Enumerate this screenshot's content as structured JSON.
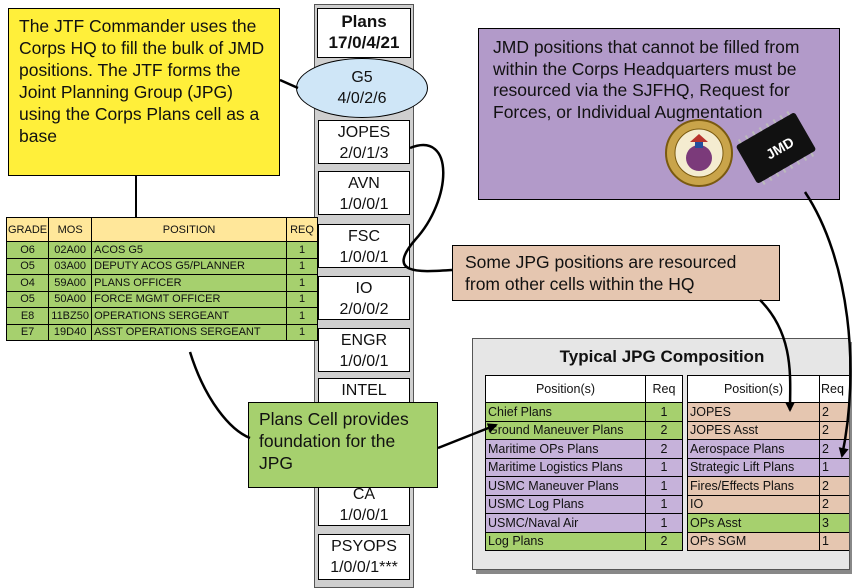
{
  "callouts": {
    "jtf": "The JTF Commander uses the Corps HQ to fill the bulk of JMD positions. The JTF forms the Joint Planning Group (JPG) using the Corps Plans cell as a base",
    "jmd": "JMD positions that cannot be filled from within the Corps Headquarters must be resourced via the SJFHQ, Request for Forces, or Individual Augmentation",
    "jpg_other": "Some JPG positions are resourced from other cells within the HQ",
    "plans_cell": "Plans Cell provides foundation for the JPG"
  },
  "plans_column": {
    "title": "Plans",
    "title_value": "17/0/4/21",
    "g5": {
      "name": "G5",
      "value": "4/0/2/6"
    },
    "cells": [
      {
        "name": "JOPES",
        "value": "2/0/1/3"
      },
      {
        "name": "AVN",
        "value": "1/0/0/1"
      },
      {
        "name": "FSC",
        "value": "1/0/0/1"
      },
      {
        "name": "IO",
        "value": "2/0/0/2"
      },
      {
        "name": "ENGR",
        "value": "1/0/0/1"
      },
      {
        "name": "INTEL",
        "value": ""
      },
      {
        "name": "CA",
        "value": "1/0/0/1"
      },
      {
        "name": "PSYOPS",
        "value": "1/0/0/1***"
      }
    ]
  },
  "jmd_chip_label": "JMD",
  "position_table": {
    "headers": [
      "GRADE",
      "MOS",
      "POSITION",
      "REQ"
    ],
    "rows": [
      [
        "O6",
        "02A00",
        "ACOS G5",
        "1"
      ],
      [
        "O5",
        "03A00",
        "DEPUTY ACOS G5/PLANNER",
        "1"
      ],
      [
        "O4",
        "59A00",
        "PLANS OFFICER",
        "1"
      ],
      [
        "O5",
        "50A00",
        "FORCE MGMT OFFICER",
        "1"
      ],
      [
        "E8",
        "11BZ50",
        "OPERATIONS SERGEANT",
        "1"
      ],
      [
        "E7",
        "19D40",
        "ASST OPERATIONS SERGEANT",
        "1"
      ]
    ]
  },
  "jpg": {
    "title": "Typical JPG Composition",
    "left": {
      "headers": [
        "Position(s)",
        "Req"
      ],
      "rows": [
        {
          "pos": "Chief Plans",
          "req": "1"
        },
        {
          "pos": "Ground Maneuver Plans",
          "req": "2"
        },
        {
          "pos": "Maritime OPs Plans",
          "req": "2"
        },
        {
          "pos": "Maritime Logistics Plans",
          "req": "1"
        },
        {
          "pos": "USMC Maneuver Plans",
          "req": "1"
        },
        {
          "pos": "USMC Log Plans",
          "req": "1"
        },
        {
          "pos": "USMC/Naval Air",
          "req": "1"
        },
        {
          "pos": "Log Plans",
          "req": "2"
        }
      ]
    },
    "right": {
      "headers": [
        "Position(s)",
        "Req"
      ],
      "rows": [
        {
          "pos": "JOPES",
          "req": "2"
        },
        {
          "pos": "JOPES Asst",
          "req": "2"
        },
        {
          "pos": "Aerospace Plans",
          "req": "2"
        },
        {
          "pos": "Strategic Lift Plans",
          "req": "1"
        },
        {
          "pos": "Fires/Effects Plans",
          "req": "2"
        },
        {
          "pos": "IO",
          "req": "2"
        },
        {
          "pos": "OPs Asst",
          "req": "3"
        },
        {
          "pos": "OPs SGM",
          "req": "1"
        }
      ]
    }
  },
  "colors": {
    "yellow": "#ffef3a",
    "purple": "#b29ac9",
    "tan": "#e5c6b0",
    "green": "#a6d06e",
    "light_blue": "#cfe6f7",
    "gray_panel": "#e6e6e6"
  }
}
